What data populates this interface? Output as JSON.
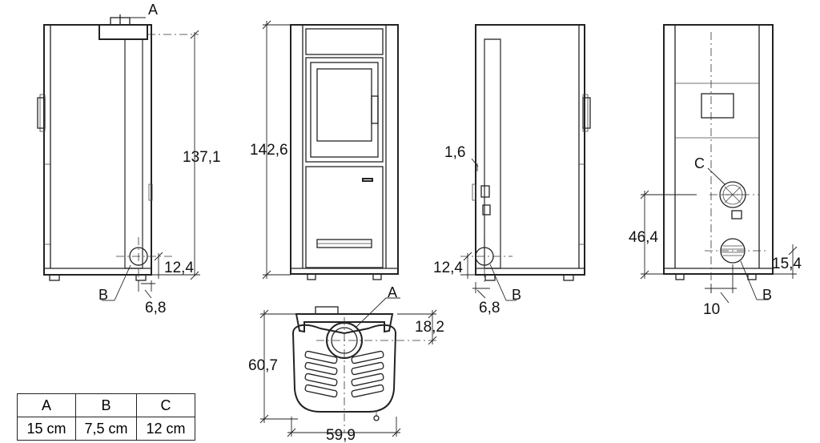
{
  "dimensions": {
    "side_left_height": "137,1",
    "side_left_outlet_height": "12,4",
    "side_left_outlet_offset": "6,8",
    "front_height": "142,6",
    "side_right_small": "1,6",
    "side_right_outlet_height": "12,4",
    "side_right_outlet_offset": "6,8",
    "rear_air_height": "46,4",
    "rear_outlet_height": "15,4",
    "rear_outlet_offset": "10",
    "top_depth": "60,7",
    "top_width": "59,9",
    "top_flue_offset": "18,2"
  },
  "callouts": {
    "side_left_a": "A",
    "side_left_b": "B",
    "side_right_b": "B",
    "rear_c": "C",
    "rear_b": "B",
    "top_a": "A"
  },
  "legend": {
    "headers": [
      "A",
      "B",
      "C"
    ],
    "values": [
      "15 cm",
      "7,5 cm",
      "12 cm"
    ]
  }
}
